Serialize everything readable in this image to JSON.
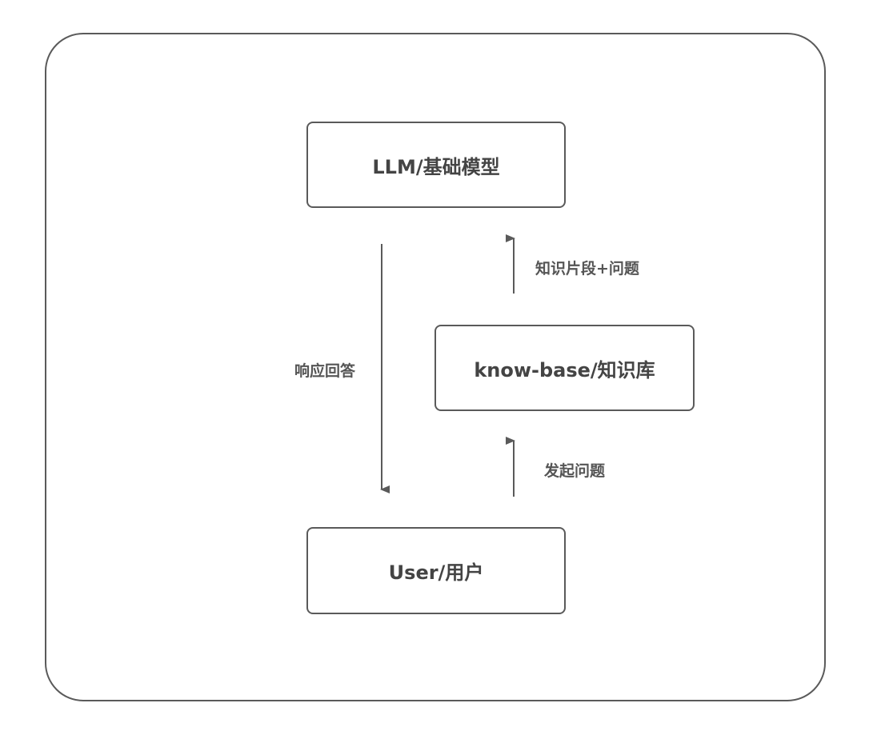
{
  "nodes": {
    "llm": "LLM/基础模型",
    "knowledge_base": "know-base/知识库",
    "user": "User/用户"
  },
  "edges": {
    "response": "响应回答",
    "snippets_and_question": "知识片段+问题",
    "ask_question": "发起问题"
  },
  "colors": {
    "stroke": "#5a5a5a",
    "text": "#444444"
  }
}
